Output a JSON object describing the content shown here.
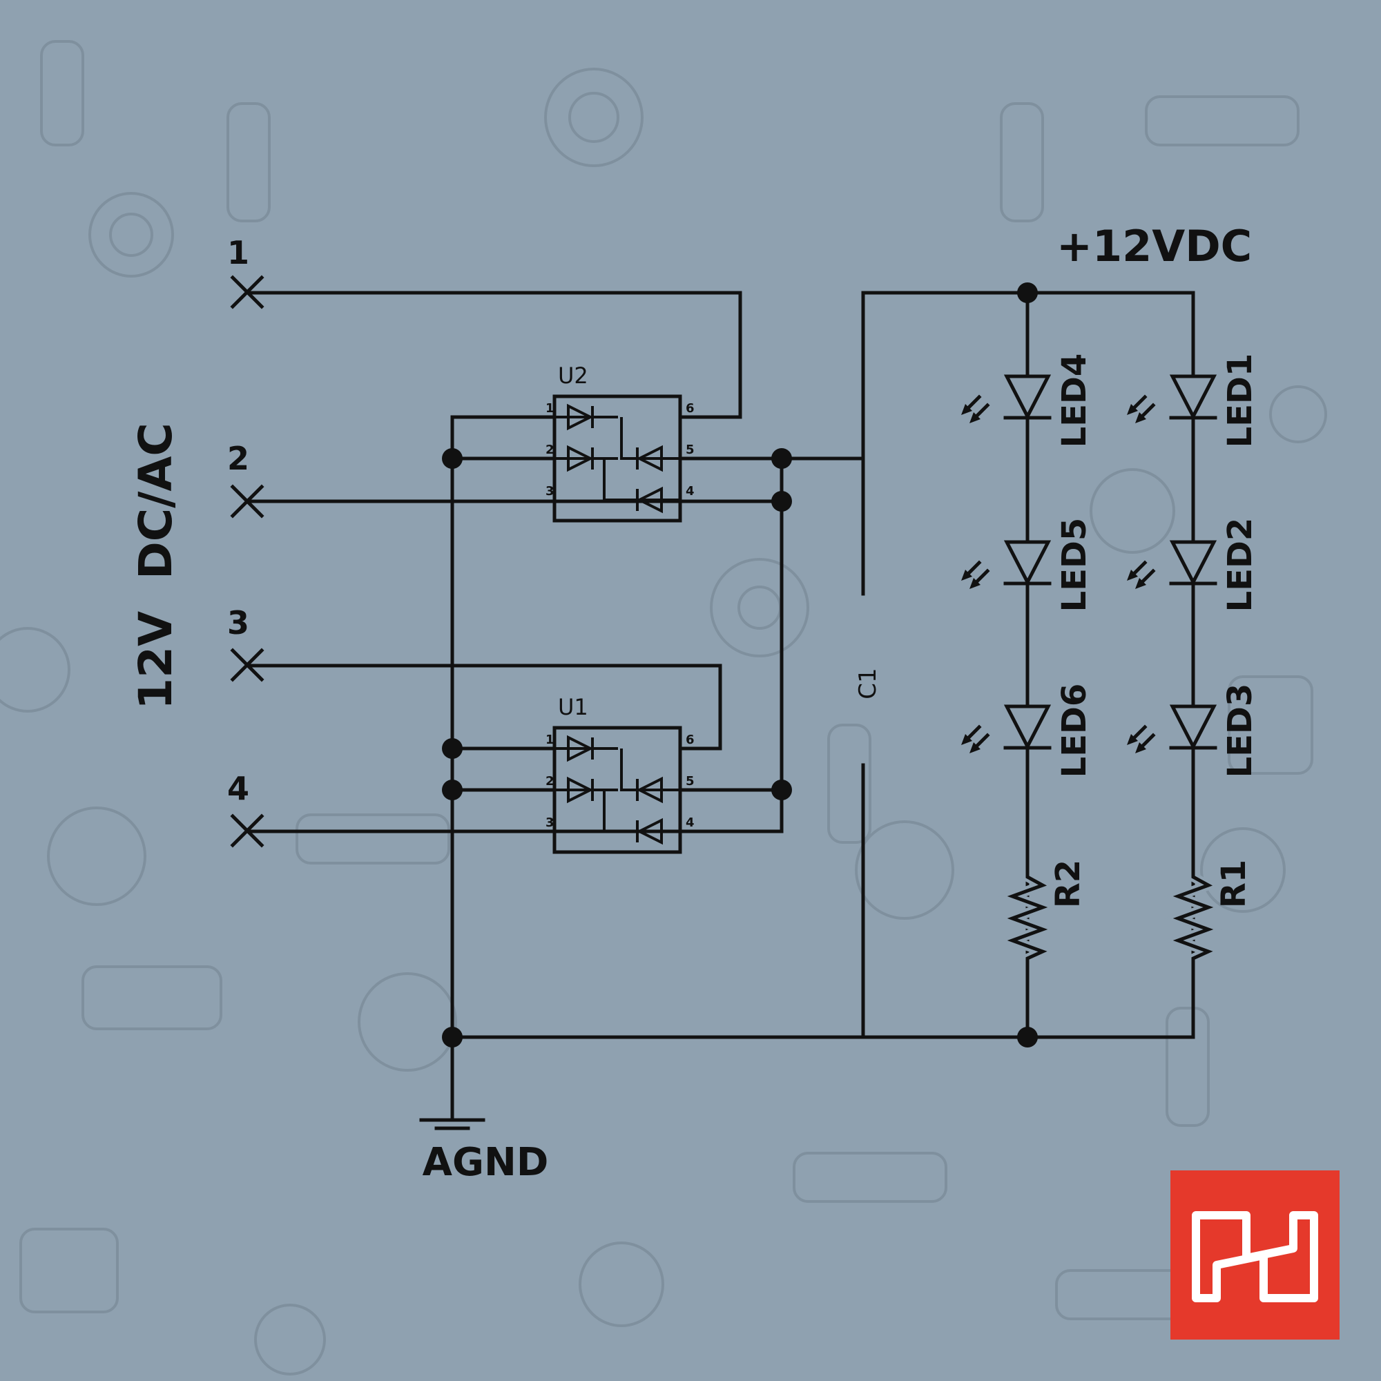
{
  "colors": {
    "background": "#8fa1b0",
    "pattern": "#7f909e",
    "ink": "#111111",
    "logo": "#e5392b"
  },
  "labels": {
    "supply_rail": "+12VDC",
    "ground": "AGND",
    "input": "12V  DC/AC"
  },
  "terminals": [
    "1",
    "2",
    "3",
    "4"
  ],
  "ics": [
    "U2",
    "U1"
  ],
  "ic_pins": [
    "1",
    "2",
    "3",
    "4",
    "5",
    "6"
  ],
  "capacitor": "C1",
  "leds_left": [
    "LED4",
    "LED5",
    "LED6"
  ],
  "leds_right": [
    "LED1",
    "LED2",
    "LED3"
  ],
  "resistors": [
    "R2",
    "R1"
  ],
  "logo_icon": "hosa-logo-icon"
}
